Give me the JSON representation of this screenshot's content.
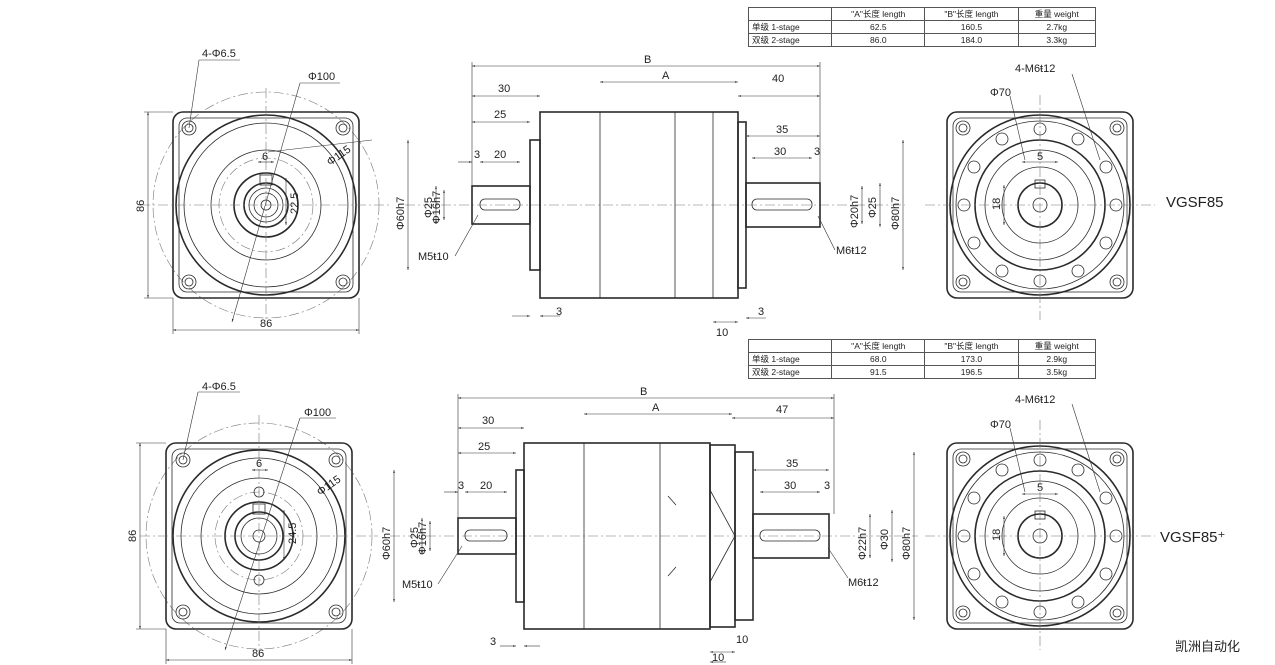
{
  "tables": {
    "top": {
      "header": [
        "",
        "\"A\"长度 length",
        "\"B\"长度  length",
        "重量 weight"
      ],
      "rows": [
        [
          "单级 1-stage",
          "62.5",
          "160.5",
          "2.7kg"
        ],
        [
          "双级 2-stage",
          "86.0",
          "184.0",
          "3.3kg"
        ]
      ]
    },
    "bottom": {
      "header": [
        "",
        "\"A\"长度 length",
        "\"B\"长度  length",
        "重量 weight"
      ],
      "rows": [
        [
          "单级 1-stage",
          "68.0",
          "173.0",
          "2.9kg"
        ],
        [
          "双级 2-stage",
          "91.5",
          "196.5",
          "3.5kg"
        ]
      ]
    }
  },
  "models": {
    "top": "VGSF85",
    "bottom": "VGSF85⁺"
  },
  "watermark": "凯洲自动化",
  "dims": {
    "top": {
      "front_holes": "4-Φ6.5",
      "front_pcd": "Φ100",
      "front_outer": "Φ115",
      "front_key": "6",
      "front_key_h": "22.5",
      "front_side": "86",
      "front_bottom": "86",
      "side_B": "B",
      "side_A": "A",
      "side_30": "30",
      "side_40": "40",
      "side_25": "25",
      "side_3a": "3",
      "side_20": "20",
      "side_35": "35",
      "side_30b": "30",
      "side_3b": "3",
      "side_phi60": "Φ60h7",
      "side_phi25": "Φ25",
      "side_phi16": "Φ16h7",
      "side_m5": "M5ŧ10",
      "side_phi20": "Φ20h7",
      "side_phi25b": "Φ25",
      "side_phi80": "Φ80h7",
      "side_m6": "M6ŧ12",
      "side_3c": "3",
      "side_10": "10",
      "side_3d": "3",
      "rear_threads": "4-M6ŧ12",
      "rear_phi70": "Φ70",
      "rear_key": "5",
      "rear_18": "18"
    },
    "bottom": {
      "front_holes": "4-Φ6.5",
      "front_pcd": "Φ100",
      "front_outer": "Φ115",
      "front_key": "6",
      "front_key_h": "24.5",
      "front_side": "86",
      "front_bottom": "86",
      "side_B": "B",
      "side_A": "A",
      "side_30": "30",
      "side_47": "47",
      "side_25": "25",
      "side_3a": "3",
      "side_20": "20",
      "side_35": "35",
      "side_30b": "30",
      "side_3b": "3",
      "side_phi60": "Φ60h7",
      "side_phi25": "Φ25",
      "side_phi16": "Φ16h7",
      "side_m5": "M5ŧ10",
      "side_phi22": "Φ22h7",
      "side_phi30": "Φ30",
      "side_phi80": "Φ80h7",
      "side_m6": "M6ŧ12",
      "side_3c": "3",
      "side_10": "10",
      "side_10b": "10",
      "rear_threads": "4-M6ŧ12",
      "rear_phi70": "Φ70",
      "rear_key": "5",
      "rear_18": "18"
    }
  }
}
